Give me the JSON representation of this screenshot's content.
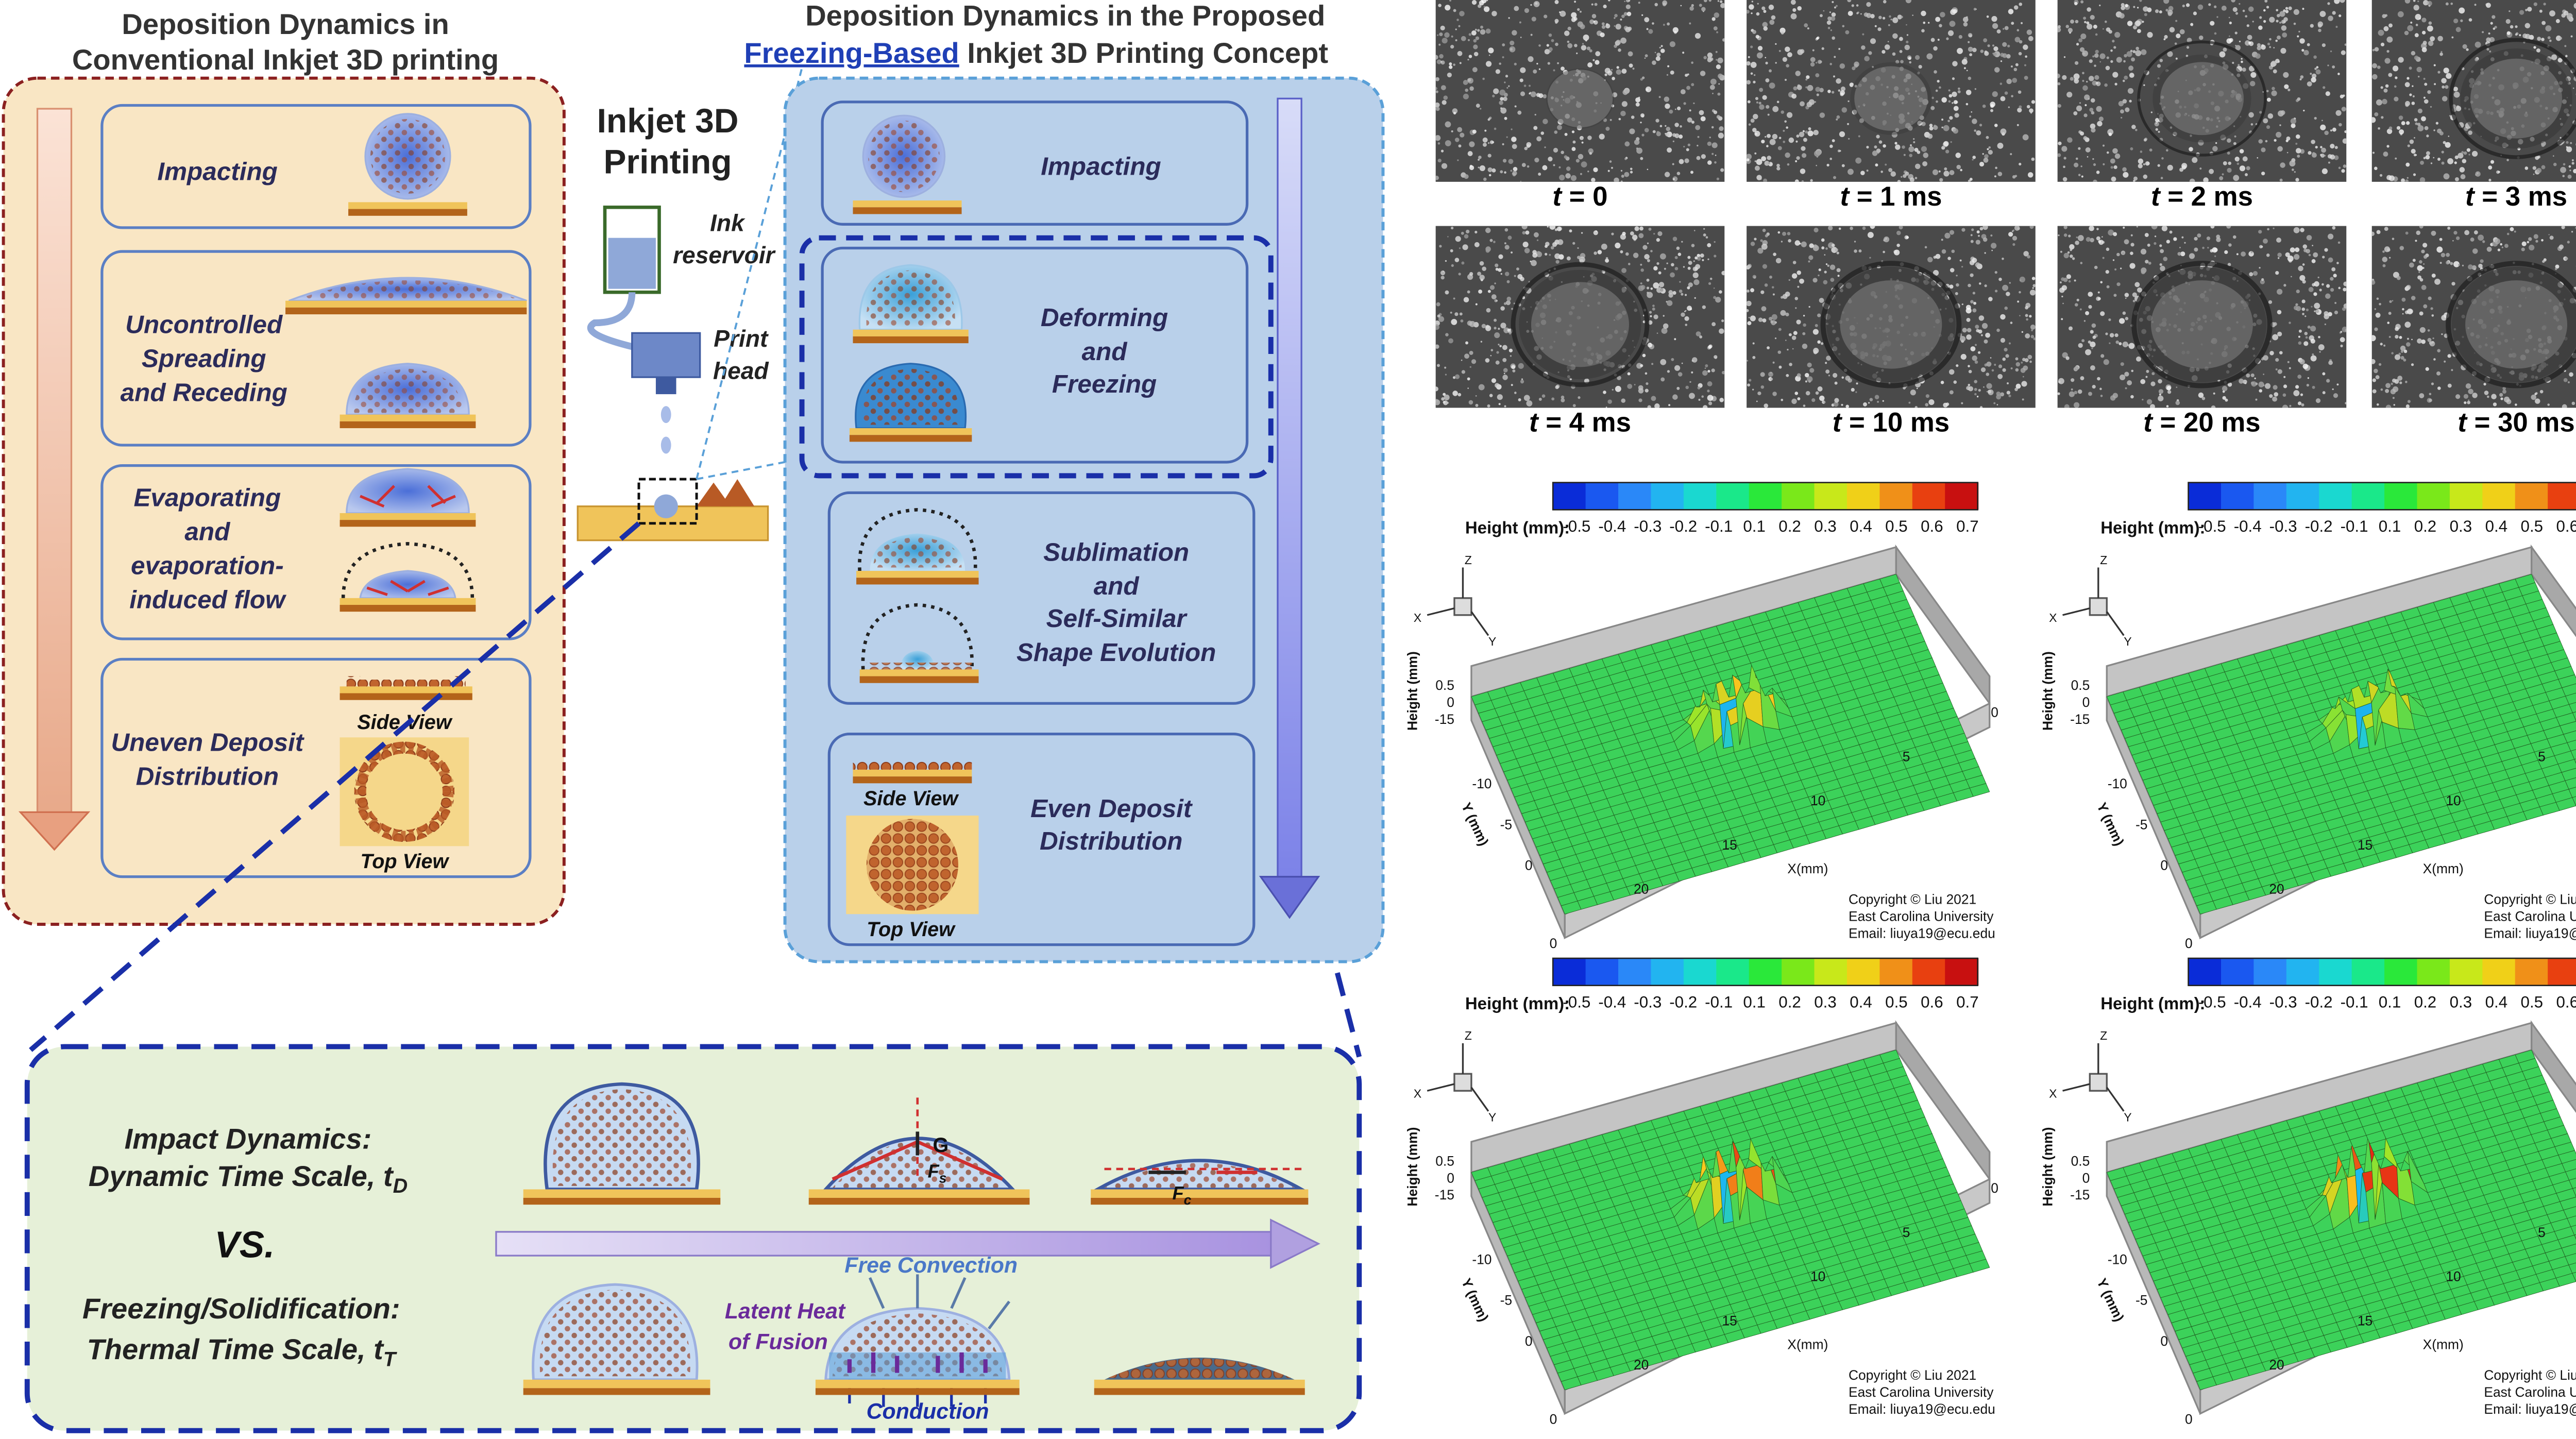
{
  "left": {
    "conventional_title_1": "Deposition Dynamics in",
    "conventional_title_2": "Conventional Inkjet 3D printing",
    "proposed_title_1": "Deposition Dynamics in the Proposed",
    "proposed_title_2a": "Freezing-Based",
    "proposed_title_2b": " Inkjet 3D Printing Concept",
    "printer_title_1": "Inkjet 3D",
    "printer_title_2": "Printing",
    "ink_1": "Ink",
    "ink_2": "reservoir",
    "head_1": "Print",
    "head_2": "head",
    "conv_impacting": "Impacting",
    "conv_spread_1": "Uncontrolled",
    "conv_spread_2": "Spreading",
    "conv_spread_3": "and Receding",
    "conv_evap_1": "Evaporating",
    "conv_evap_2": "and",
    "conv_evap_3": "evaporation-",
    "conv_evap_4": "induced flow",
    "conv_uneven_1": "Uneven Deposit",
    "conv_uneven_2": "Distribution",
    "side_view": "Side View",
    "top_view": "Top View",
    "prop_impacting": "Impacting",
    "prop_deform_1": "Deforming",
    "prop_deform_2": "and",
    "prop_deform_3": "Freezing",
    "prop_sub_1": "Sublimation",
    "prop_sub_2": "and",
    "prop_sub_3": "Self-Similar",
    "prop_sub_4": "Shape Evolution",
    "prop_even_1": "Even Deposit",
    "prop_even_2": "Distribution",
    "bottom_impact_1": "Impact Dynamics:",
    "bottom_impact_2": "Dynamic Time Scale, t",
    "bottom_impact_sub": "D",
    "bottom_vs": "VS.",
    "bottom_freeze_1": "Freezing/Solidification:",
    "bottom_freeze_2": "Thermal Time Scale, t",
    "bottom_freeze_sub": "T",
    "free_convection": "Free Convection",
    "latent_1": "Latent Heat",
    "latent_2": "of Fusion",
    "conduction": "Conduction",
    "force_g": "G",
    "force_fs": "F",
    "force_fs_sub": "s",
    "force_fc": "F",
    "force_fc_sub": "c"
  },
  "frames": [
    {
      "label_t": "t",
      "label_rest": " = 0",
      "stage": 0.1
    },
    {
      "label_t": "t",
      "label_rest": " = 1 ms",
      "stage": 0.3
    },
    {
      "label_t": "t",
      "label_rest": " = 2 ms",
      "stage": 0.55
    },
    {
      "label_t": "t",
      "label_rest": " = 3 ms",
      "stage": 0.75
    },
    {
      "label_t": "t",
      "label_rest": " = 4 ms",
      "stage": 0.9
    },
    {
      "label_t": "t",
      "label_rest": " = 10 ms",
      "stage": 1.0
    },
    {
      "label_t": "t",
      "label_rest": " = 20 ms",
      "stage": 1.0
    },
    {
      "label_t": "t",
      "label_rest": " = 30 ms",
      "stage": 1.0
    }
  ],
  "colorbar": {
    "label": "Height (mm):",
    "ticks": [
      "-0.5",
      "-0.4",
      "-0.3",
      "-0.2",
      "-0.1",
      "0.1",
      "0.2",
      "0.3",
      "0.4",
      "0.5",
      "0.6",
      "0.7"
    ]
  },
  "plots": [
    {
      "amplitude": 0.5
    },
    {
      "amplitude": 0.4
    },
    {
      "amplitude": 0.65
    },
    {
      "amplitude": 0.75
    }
  ],
  "plot_axes": {
    "zlabel": "Height (mm)",
    "xlabel": "X(mm)",
    "ylabel": "Y (mm)",
    "z_ticks": [
      "0.5",
      "0",
      "-15"
    ],
    "y_ticks": [
      "-10",
      "-5",
      "0"
    ],
    "x_ticks": [
      "20",
      "15",
      "10",
      "5",
      "0"
    ],
    "triad_x": "X",
    "triad_y": "Y",
    "triad_z": "Z"
  },
  "copyright": [
    "Copyright © Liu 2021",
    "East Carolina University",
    "Email: liuya19@ecu.edu"
  ],
  "colors": {
    "conv_border": "#8b2020",
    "conv_fill": "#f9e6c4",
    "prop_border": "#5aa0d8",
    "prop_fill": "#b9d0ea",
    "dash_blue": "#1a2fa8",
    "substrate": "#b3641a",
    "substrate_top": "#f0c45a",
    "droplet": "#7a94d8",
    "particle": "#8a3a1a"
  }
}
